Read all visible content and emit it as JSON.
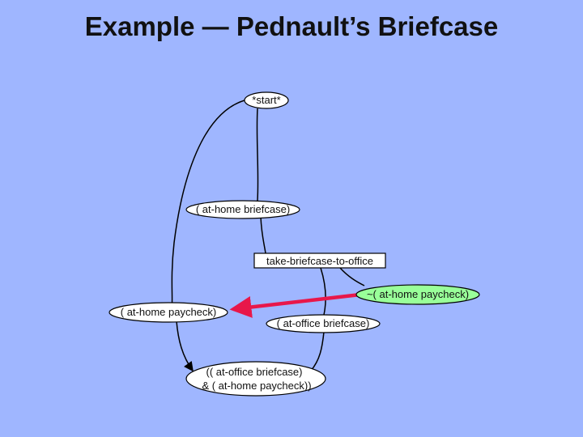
{
  "title": "Example — Pednault’s Briefcase",
  "nodes": {
    "start": "*start*",
    "at_home_briefcase": "( at-home briefcase)",
    "take_action": "take-briefcase-to-office",
    "not_at_home_paycheck": "~( at-home paycheck)",
    "at_home_paycheck": "( at-home paycheck)",
    "at_office_briefcase": "( at-office briefcase)",
    "goal_line1": "(( at-office briefcase)",
    "goal_line2": "& ( at-home paycheck))"
  },
  "colors": {
    "background": "#9fb6ff",
    "node_fill": "#ffffff",
    "highlight_fill": "#99ff99",
    "threat_arrow": "#e8174a"
  }
}
